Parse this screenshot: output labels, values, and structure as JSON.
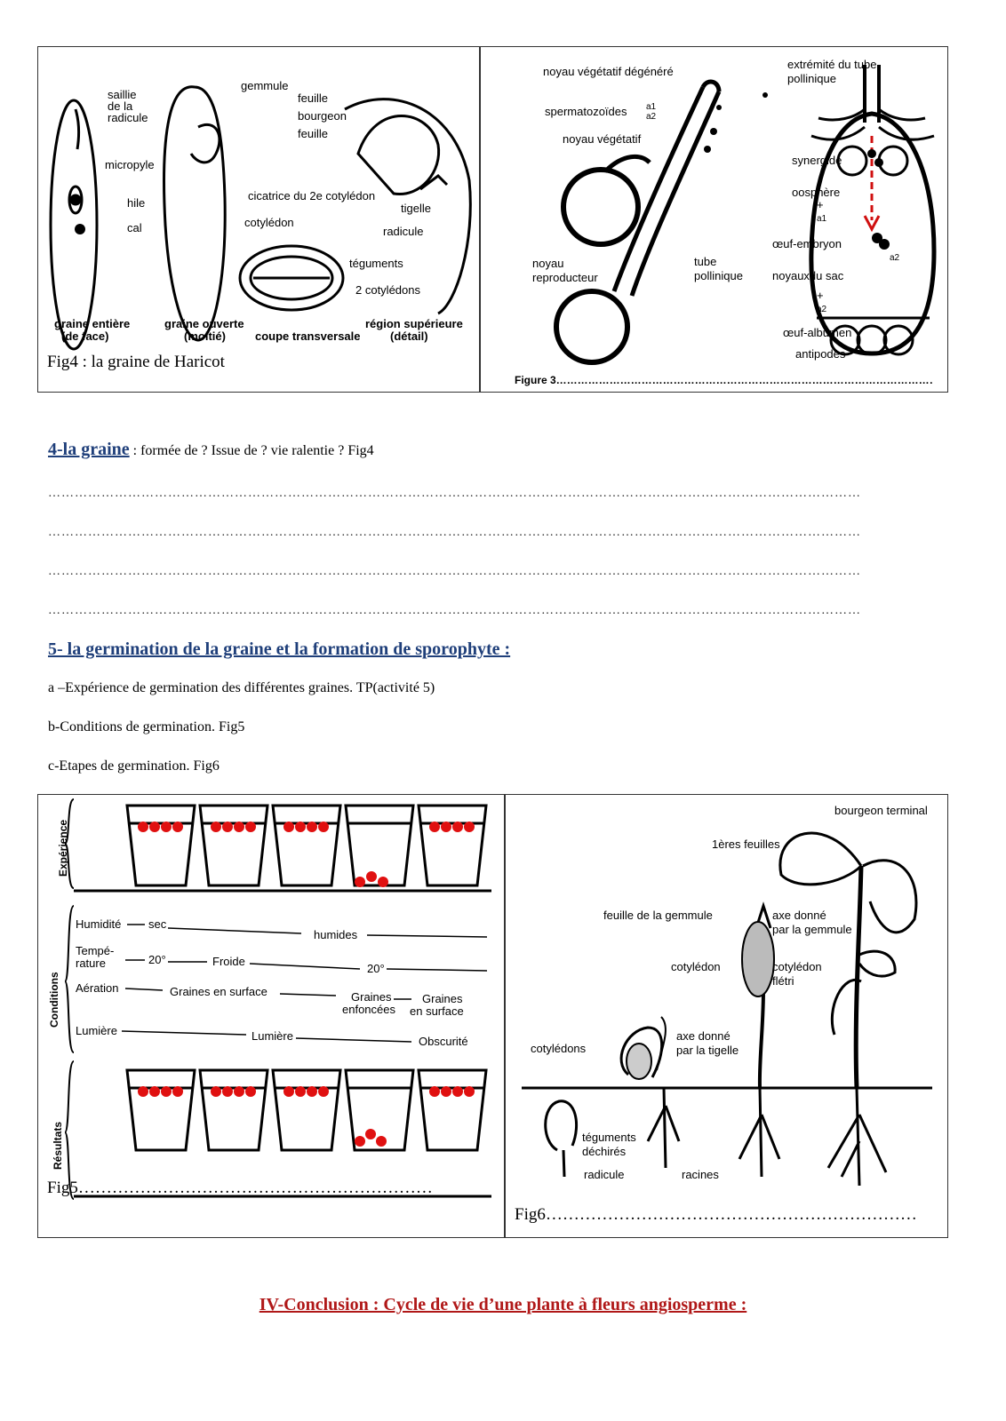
{
  "fig4": {
    "caption": "Fig4 : la graine de Haricot",
    "labels": {
      "saillie": [
        "saillie",
        "de la",
        "radicule"
      ],
      "micropyle": "micropyle",
      "hile": "hile",
      "cal": "cal",
      "graine_entiere": [
        "graine entière",
        "(de face)"
      ],
      "gemmule": "gemmule",
      "feuille1": "feuille",
      "bourgeon": "bourgeon",
      "feuille2": "feuille",
      "cicatrice": "cicatrice  du 2e cotylédon",
      "tigelle": "tigelle",
      "cotyledon": "cotylédon",
      "radicule": "radicule",
      "teguments": "téguments",
      "deux_cotyledons": "2 cotylédons",
      "graine_ouverte": [
        "graine ouverte",
        "(moitié)"
      ],
      "coupe": "coupe transversale",
      "region": [
        "région supérieure",
        "(détail)"
      ]
    }
  },
  "fig3": {
    "caption": "Figure 3…………………………………………………………………………………………………",
    "labels": {
      "noyau_veg_degenere": "noyau végétatif dégénéré",
      "spermatozoides": "spermatozoïdes",
      "a1": "a1",
      "a2": "a2",
      "noyau_vegetatif": "noyau végétatif",
      "noyau_reproducteur": [
        "noyau",
        "reproducteur"
      ],
      "tube_pollinique": [
        "tube",
        "pollinique"
      ],
      "extremite": [
        "extrémité du tube",
        "pollinique"
      ],
      "synergide": "synergide",
      "oosphere": "oosphère",
      "plus": "+",
      "oeuf_embryon": "œuf-embryon",
      "noyaux_sac": "noyauxdu sac",
      "oeuf_albumen": "œuf-albumen",
      "antipodes": "antipodes"
    }
  },
  "section4": {
    "title": "4-la graine",
    "text": " : formée de ? Issue de ? vie ralentie ?   Fig4",
    "dotted_line": "…………………………………………………………………………………………………………………………………………………………………"
  },
  "section5": {
    "title": "5- la germination de la graine et la formation de sporophyte :",
    "items": [
      "a –Expérience de germination des différentes graines. TP(activité 5)",
      "b-Conditions de germination.   Fig5",
      "c-Etapes de germination. Fig6"
    ]
  },
  "fig5": {
    "caption": "Fig5………………………………………………………",
    "side": [
      "Expérience",
      "Conditions",
      "Résultats"
    ],
    "cond": {
      "humidite": "Humidité",
      "sec": "sec",
      "humides": "humides",
      "temperature": [
        "Tempé-",
        "rature"
      ],
      "t20a": "20°",
      "froide": "Froide",
      "t20b": "20°",
      "aeration": "Aération",
      "surface": "Graines en surface",
      "enfoncees": [
        "Graines",
        "enfoncées"
      ],
      "surface2": [
        "Graines",
        "en surface"
      ],
      "lumiere": "Lumière",
      "lumiere2": "Lumière",
      "obscurite": "Obscurité"
    },
    "seed_color": "#e01010"
  },
  "fig6": {
    "caption": "Fig6…………………………………………………………",
    "labels": {
      "bourgeon_terminal": "bourgeon terminal",
      "premieres_feuilles": "1ères feuilles",
      "feuille_gemmule": "feuille de la gemmule",
      "axe_gemmule": [
        "axe donné",
        "par la gemmule"
      ],
      "cotyledon": "cotylédon",
      "cotyledon_fletri": [
        "cotylédon",
        "flétri"
      ],
      "cotyledons": "cotylédons",
      "axe_tigelle": [
        "axe donné",
        "par la tigelle"
      ],
      "teguments": [
        "téguments",
        "déchirés"
      ],
      "radicule": "radicule",
      "racines": "racines"
    }
  },
  "conclusion": "IV-Conclusion :   Cycle de vie d’une plante à fleurs angiosperme :"
}
